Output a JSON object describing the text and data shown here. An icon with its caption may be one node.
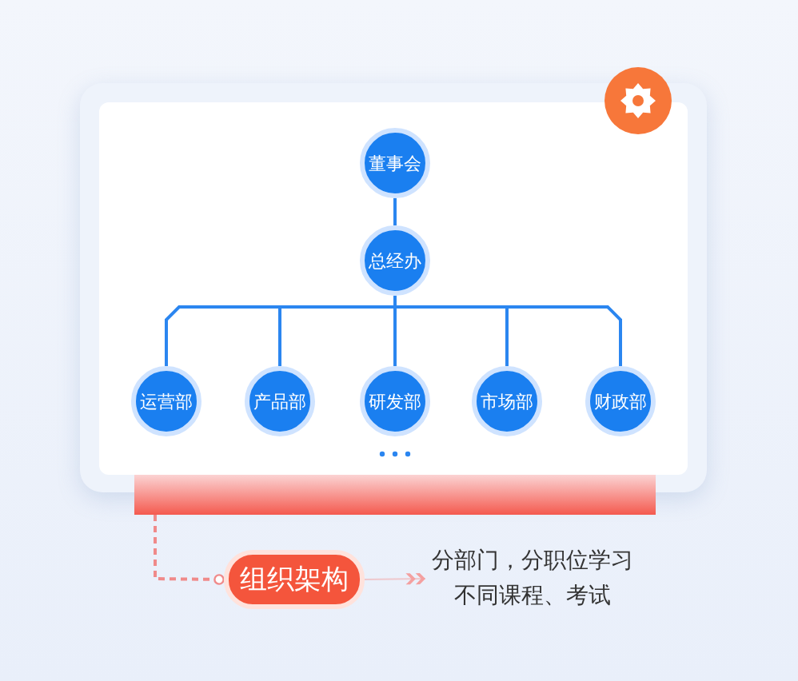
{
  "diagram": {
    "nodes": [
      {
        "text": [
          "董事会"
        ]
      },
      {
        "text": [
          "总经办"
        ]
      },
      {
        "text": [
          "运营部"
        ]
      },
      {
        "text": [
          "产品部"
        ]
      },
      {
        "text": [
          "研发部"
        ]
      },
      {
        "text": [
          "市场部"
        ]
      },
      {
        "text": [
          "财政部"
        ]
      },
      {
        "text": [],
        "shape": "bar"
      },
      {
        "text": [
          "组织架构"
        ]
      },
      {
        "text": [
          "分部门，分职位学习不同课程、考试"
        ]
      }
    ],
    "edges": [
      {
        "from": 0,
        "to": 1,
        "arrow": "none"
      },
      {
        "from": 1,
        "to": 2,
        "arrow": "none"
      },
      {
        "from": 1,
        "to": 3,
        "arrow": "none"
      },
      {
        "from": 1,
        "to": 4,
        "arrow": "none"
      },
      {
        "from": 1,
        "to": 5,
        "arrow": "none"
      },
      {
        "from": 1,
        "to": 6,
        "arrow": "none"
      },
      {
        "from": 7,
        "to": 8,
        "arrow": "other",
        "style": "dashed",
        "color": "#f08a8a"
      },
      {
        "from": 8,
        "to": 9,
        "arrow": "to",
        "color": "#f4a0a0"
      }
    ]
  }
}
